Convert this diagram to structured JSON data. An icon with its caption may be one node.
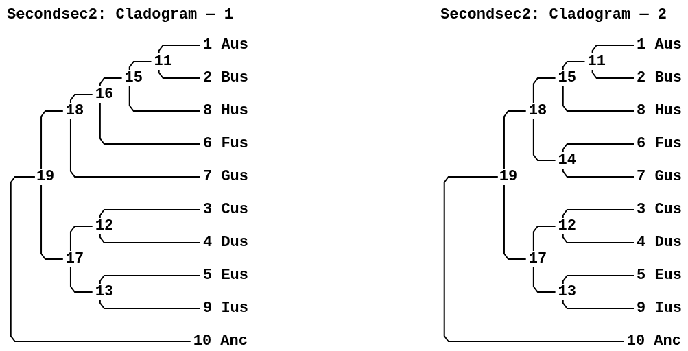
{
  "diagram": {
    "nodes": [
      {
        "text": [
          "1 Aus"
        ]
      },
      {
        "text": [
          "11"
        ]
      },
      {
        "text": [
          "15"
        ]
      },
      {
        "text": [
          "2 Bus"
        ]
      },
      {
        "text": [
          "16"
        ]
      },
      {
        "text": [
          "18"
        ]
      },
      {
        "text": [
          "8 Hus"
        ]
      },
      {
        "text": [
          "6 Fus"
        ]
      },
      {
        "text": [
          "19"
        ]
      },
      {
        "text": [
          "7 Gus"
        ]
      },
      {
        "text": [
          "3 Cus"
        ]
      },
      {
        "text": [
          "12"
        ]
      },
      {
        "text": [
          "4 Dus"
        ]
      },
      {
        "text": [
          "17"
        ]
      },
      {
        "text": [
          "5 Eus"
        ]
      },
      {
        "text": [
          "13"
        ]
      },
      {
        "text": [
          "9 Ius"
        ]
      },
      {
        "text": [
          "10 Anc"
        ]
      },
      {
        "text": [
          "1 Aus"
        ]
      },
      {
        "text": [
          "11"
        ]
      },
      {
        "text": [
          "15"
        ]
      },
      {
        "text": [
          "2 Bus"
        ]
      },
      {
        "text": [
          "18"
        ]
      },
      {
        "text": [
          "8 Hus"
        ]
      },
      {
        "text": [
          "6 Fus"
        ]
      },
      {
        "text": [
          "14"
        ]
      },
      {
        "text": [
          "19"
        ]
      },
      {
        "text": [
          "7 Gus"
        ]
      },
      {
        "text": [
          "3 Cus"
        ]
      },
      {
        "text": [
          "12"
        ]
      },
      {
        "text": [
          "4 Dus"
        ]
      },
      {
        "text": [
          "17"
        ]
      },
      {
        "text": [
          "5 Eus"
        ]
      },
      {
        "text": [
          "13"
        ]
      },
      {
        "text": [
          "9 Ius"
        ]
      },
      {
        "text": [
          "10 Anc"
        ]
      }
    ],
    "edges": [
      {
        "from": 1,
        "to": 0,
        "arrow": "none"
      },
      {
        "from": 1,
        "to": 3,
        "arrow": "none"
      },
      {
        "from": 2,
        "to": 1,
        "arrow": "none"
      },
      {
        "from": 2,
        "to": 6,
        "arrow": "none"
      },
      {
        "from": 4,
        "to": 2,
        "arrow": "none"
      },
      {
        "from": 4,
        "to": 7,
        "arrow": "none"
      },
      {
        "from": 5,
        "to": 4,
        "arrow": "none"
      },
      {
        "from": 5,
        "to": 9,
        "arrow": "none"
      },
      {
        "from": 8,
        "to": 5,
        "arrow": "none"
      },
      {
        "from": 8,
        "to": 13,
        "arrow": "none"
      },
      {
        "from": 13,
        "to": 11,
        "arrow": "none"
      },
      {
        "from": 13,
        "to": 15,
        "arrow": "none"
      },
      {
        "from": 11,
        "to": 10,
        "arrow": "none"
      },
      {
        "from": 11,
        "to": 12,
        "arrow": "none"
      },
      {
        "from": 15,
        "to": 14,
        "arrow": "none"
      },
      {
        "from": 15,
        "to": 16,
        "arrow": "none"
      },
      {
        "from": 8,
        "to": 17,
        "arrow": "none"
      },
      {
        "from": 19,
        "to": 18,
        "arrow": "none"
      },
      {
        "from": 19,
        "to": 21,
        "arrow": "none"
      },
      {
        "from": 20,
        "to": 19,
        "arrow": "none"
      },
      {
        "from": 20,
        "to": 23,
        "arrow": "none"
      },
      {
        "from": 22,
        "to": 20,
        "arrow": "none"
      },
      {
        "from": 22,
        "to": 25,
        "arrow": "none"
      },
      {
        "from": 25,
        "to": 24,
        "arrow": "none"
      },
      {
        "from": 25,
        "to": 27,
        "arrow": "none"
      },
      {
        "from": 26,
        "to": 22,
        "arrow": "none"
      },
      {
        "from": 26,
        "to": 31,
        "arrow": "none"
      },
      {
        "from": 31,
        "to": 29,
        "arrow": "none"
      },
      {
        "from": 31,
        "to": 33,
        "arrow": "none"
      },
      {
        "from": 29,
        "to": 28,
        "arrow": "none"
      },
      {
        "from": 29,
        "to": 30,
        "arrow": "none"
      },
      {
        "from": 33,
        "to": 32,
        "arrow": "none"
      },
      {
        "from": 33,
        "to": 34,
        "arrow": "none"
      },
      {
        "from": 26,
        "to": 35,
        "arrow": "none"
      }
    ],
    "labels": [
      "Secondsec2: Cladogram — 1",
      "Secondsec2: Cladogram — 2"
    ]
  }
}
